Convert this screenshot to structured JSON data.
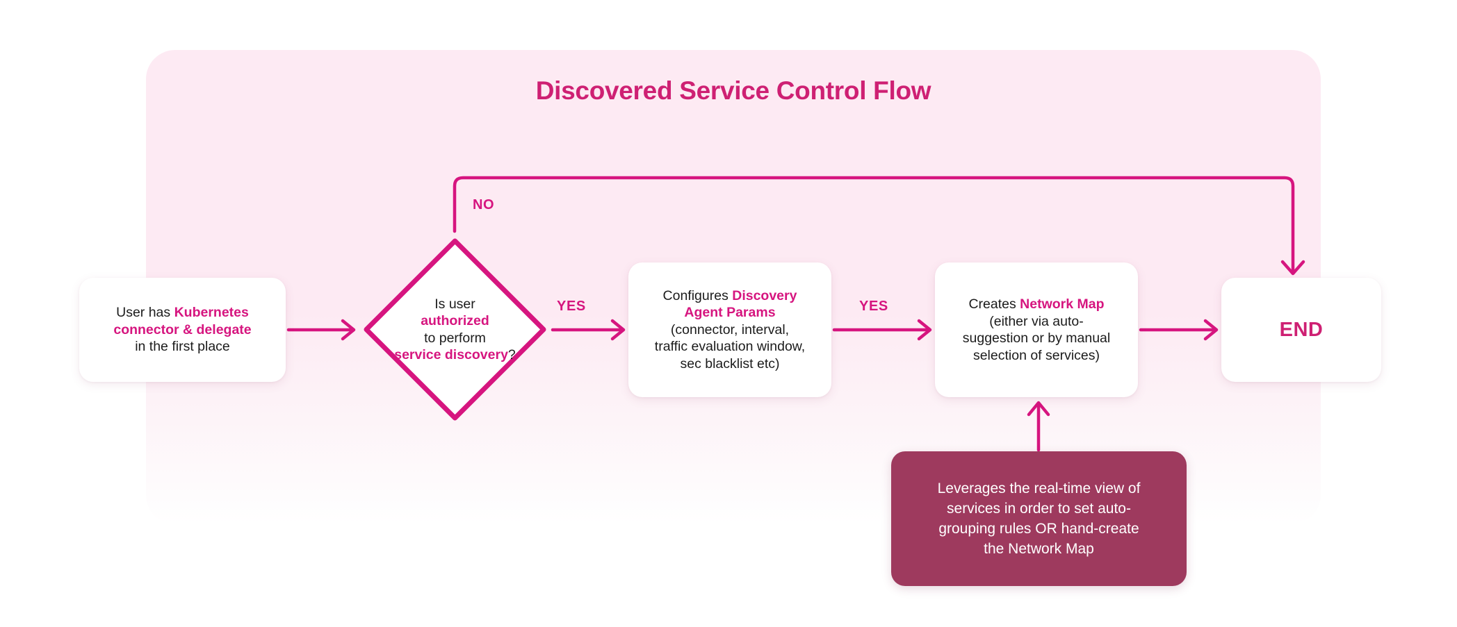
{
  "diagram": {
    "title": "Discovered Service Control Flow",
    "accent_color": "#ce2073",
    "highlight_color": "#d6157f",
    "panel_color": "#fdeaf3",
    "note_color": "#9e3a5e",
    "nodes": {
      "start": {
        "line1_plain": "User has ",
        "line1_strong": "Kubernetes",
        "line2_strong": "connector & delegate",
        "line3_plain": "in the first place"
      },
      "decision": {
        "line1": "Is user",
        "line2_strong": "authorized",
        "line3": "to perform",
        "line4_strong": "service discovery",
        "line4_tail": "?"
      },
      "params": {
        "line1_plain": "Configures ",
        "line1_strong": "Discovery",
        "line2_strong": "Agent Params",
        "line3": "(connector, interval,",
        "line4": "traffic evaluation window,",
        "line5": "sec blacklist etc)"
      },
      "map": {
        "line1_plain": "Creates ",
        "line1_strong": "Network Map",
        "line2": "(either via auto-",
        "line3": "suggestion or by manual",
        "line4": "selection of services)"
      },
      "note": {
        "line1": "Leverages the real-time view of",
        "line2": "services in order to set auto-",
        "line3": "grouping rules OR hand-create",
        "line4": "the Network Map"
      },
      "end": {
        "label": "END"
      }
    },
    "edge_labels": {
      "no": "NO",
      "yes_1": "YES",
      "yes_2": "YES"
    }
  }
}
